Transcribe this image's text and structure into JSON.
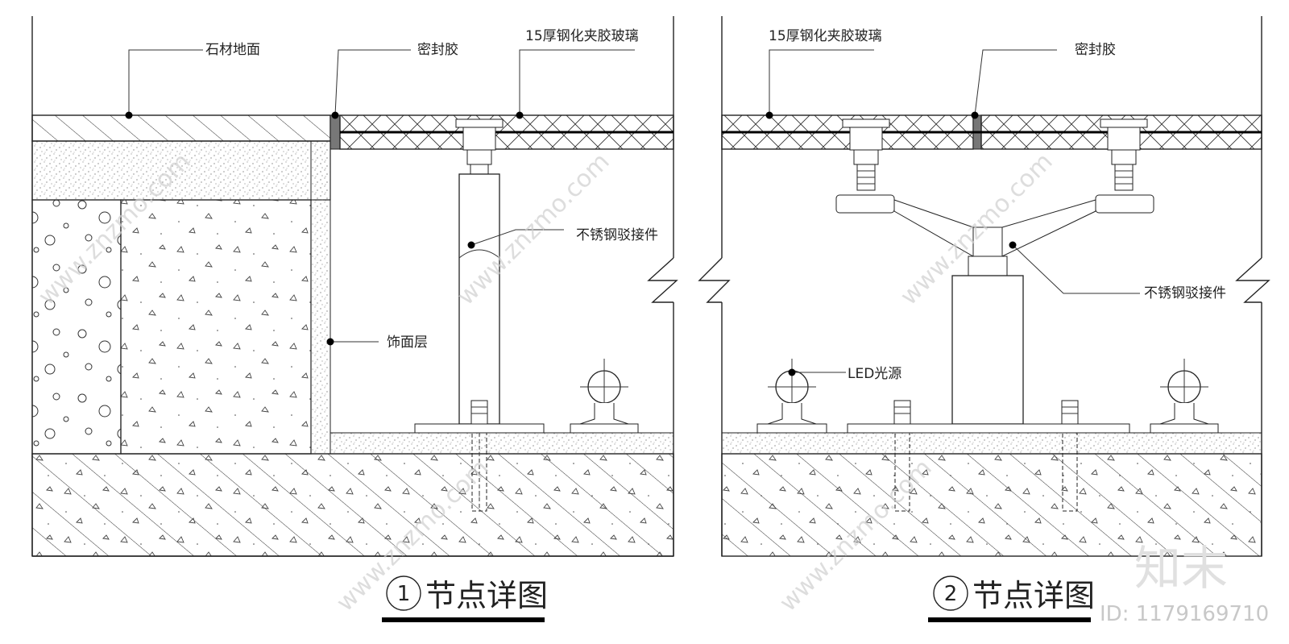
{
  "details": [
    {
      "number": "1",
      "title": "节点详图",
      "labels": {
        "stone_floor": "石材地面",
        "sealant": "密封胶",
        "glass": "15厚钢化夹胶玻璃",
        "connector": "不锈钢驳接件",
        "finish_layer": "饰面层"
      }
    },
    {
      "number": "2",
      "title": "节点详图",
      "labels": {
        "glass": "15厚钢化夹胶玻璃",
        "sealant": "密封胶",
        "connector": "不锈钢驳接件",
        "led": "LED光源"
      }
    }
  ],
  "watermark": {
    "url": "www.znzmo.com",
    "brand": "知末",
    "id": "ID: 1179169710"
  }
}
